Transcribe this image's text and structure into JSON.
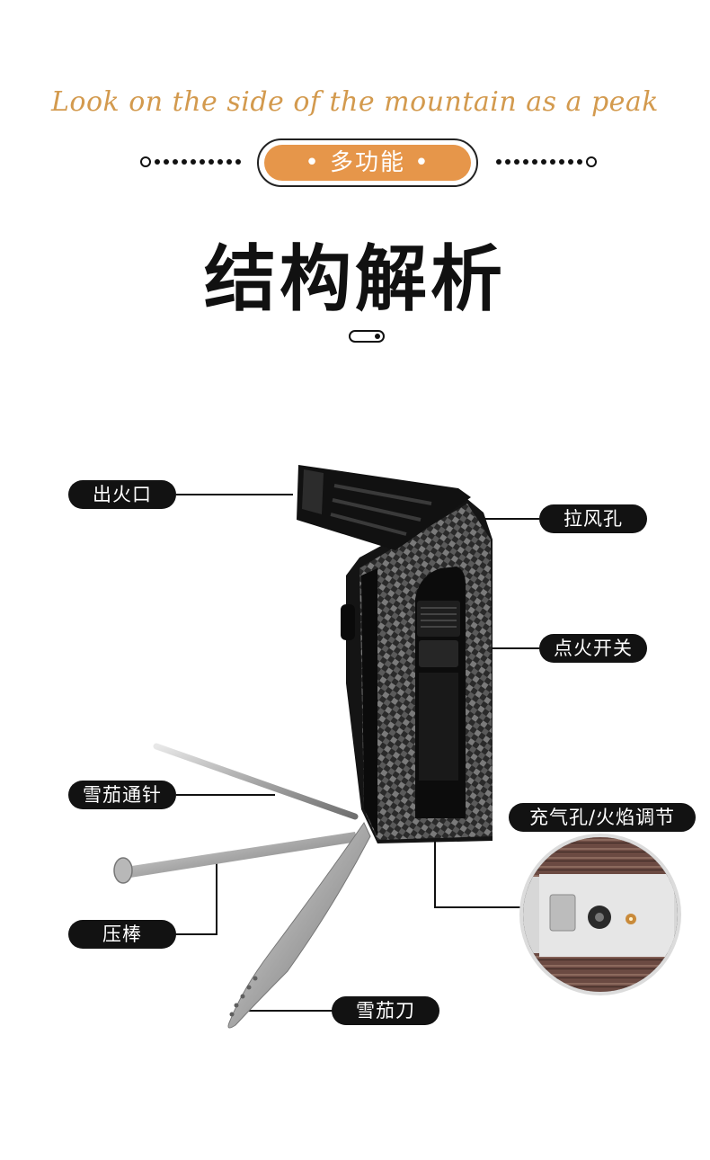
{
  "header": {
    "script_text": "Look on the side of the mountain as a peak",
    "tag_label": "• 多功能 •",
    "title": "结构解析"
  },
  "callouts": {
    "flame_outlet": "出火口",
    "air_hole": "拉风孔",
    "ignition_switch": "点火开关",
    "cigar_needle": "雪茄通针",
    "tamper": "压棒",
    "cigar_knife": "雪茄刀",
    "refill_valve": "充气孔/火焰调节"
  },
  "colors": {
    "accent": "#e6964a",
    "script": "#d39a4e",
    "label_bg": "#121212"
  }
}
